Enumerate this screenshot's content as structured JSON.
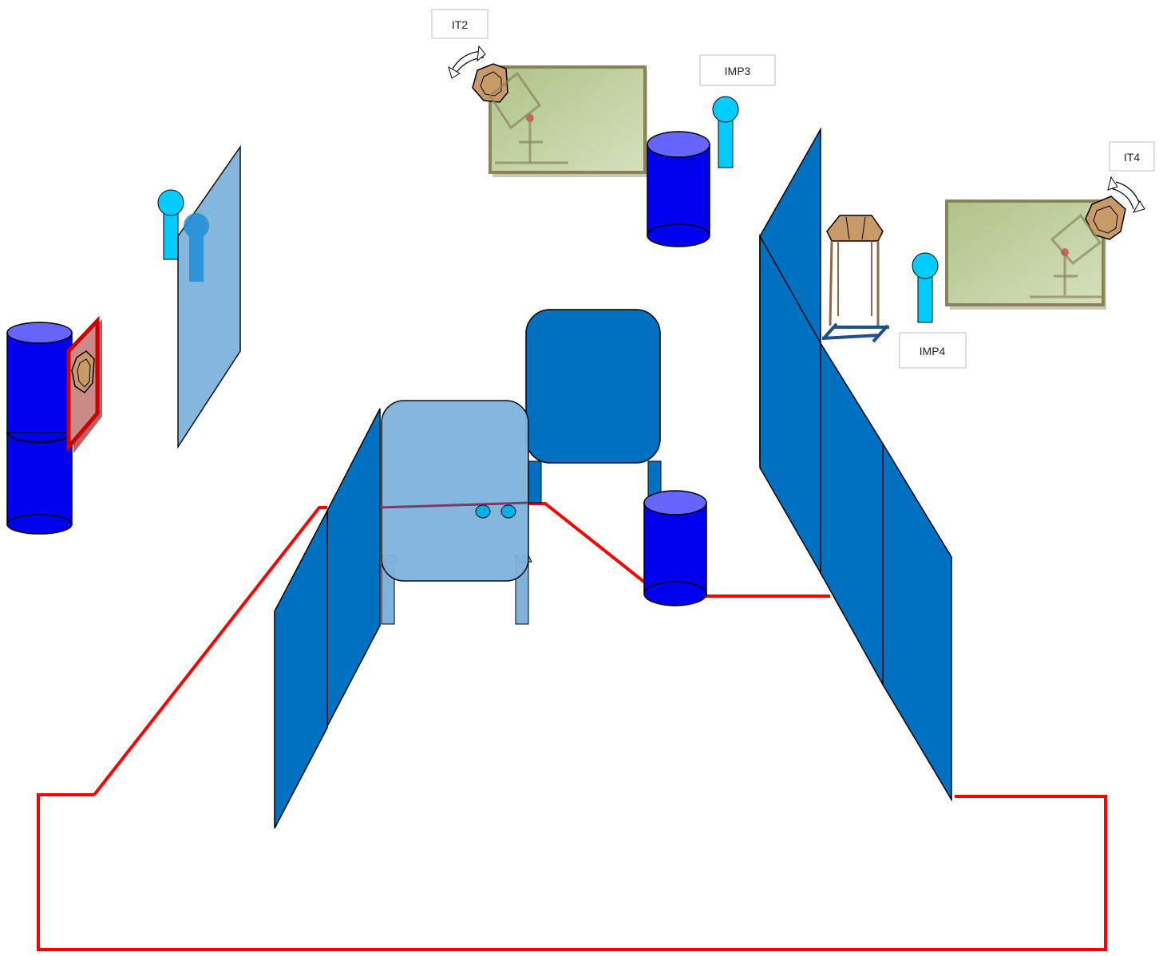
{
  "labels": {
    "it2": "IT2",
    "imp3": "IMP3",
    "it4": "IT4",
    "imp4": "IMP4"
  },
  "colors": {
    "boundary": "#ff0000",
    "wall_panel": "#0070c0",
    "wall_panel_light": "#7fb3dd",
    "barrel_body": "#0000ee",
    "barrel_top": "#6666ff",
    "person_icon": "#00ccff",
    "target_board": "#b4c88a",
    "target_frame": "#8b8358",
    "wood_target": "#c89a68",
    "red_panel": "#c0504d"
  }
}
